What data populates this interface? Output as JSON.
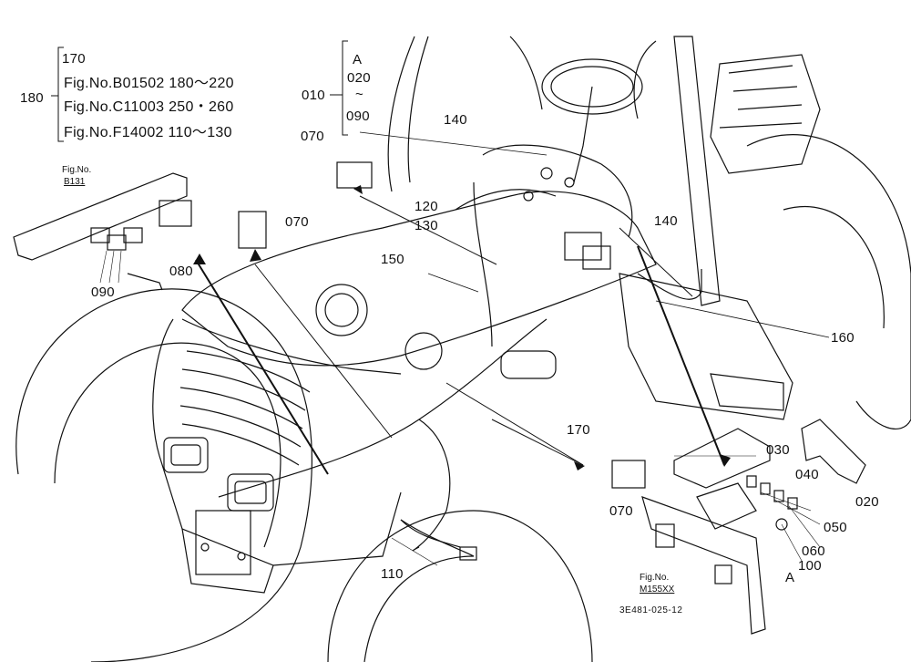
{
  "callouts": {
    "c170_top": "170",
    "ref_b01502": "Fig.No.B01502  180〜220",
    "ref_c11003": "Fig.No.C11003  250・260",
    "ref_f14002": "Fig.No.F14002  110〜130",
    "c180": "180",
    "c010": "010",
    "cA_top": "A",
    "c020_top": "020",
    "tilde": "~",
    "c090_top": "090",
    "c070_a": "070",
    "c070_b": "070",
    "c070_c": "070",
    "c140_a": "140",
    "c140_b": "140",
    "c120": "120",
    "c130": "130",
    "c150": "150",
    "c080": "080",
    "c090_b": "090",
    "c160": "160",
    "c170_b": "170",
    "c110": "110",
    "c030": "030",
    "c040": "040",
    "c020_b": "020",
    "c050": "050",
    "c060": "060",
    "c100": "100",
    "cA_b": "A"
  },
  "fig_refs": {
    "b131_label": "Fig.No.",
    "b131_num": "B131",
    "m155_label": "Fig.No.",
    "m155_num": "M155XX"
  },
  "drawing_code": "3E481-025-12"
}
